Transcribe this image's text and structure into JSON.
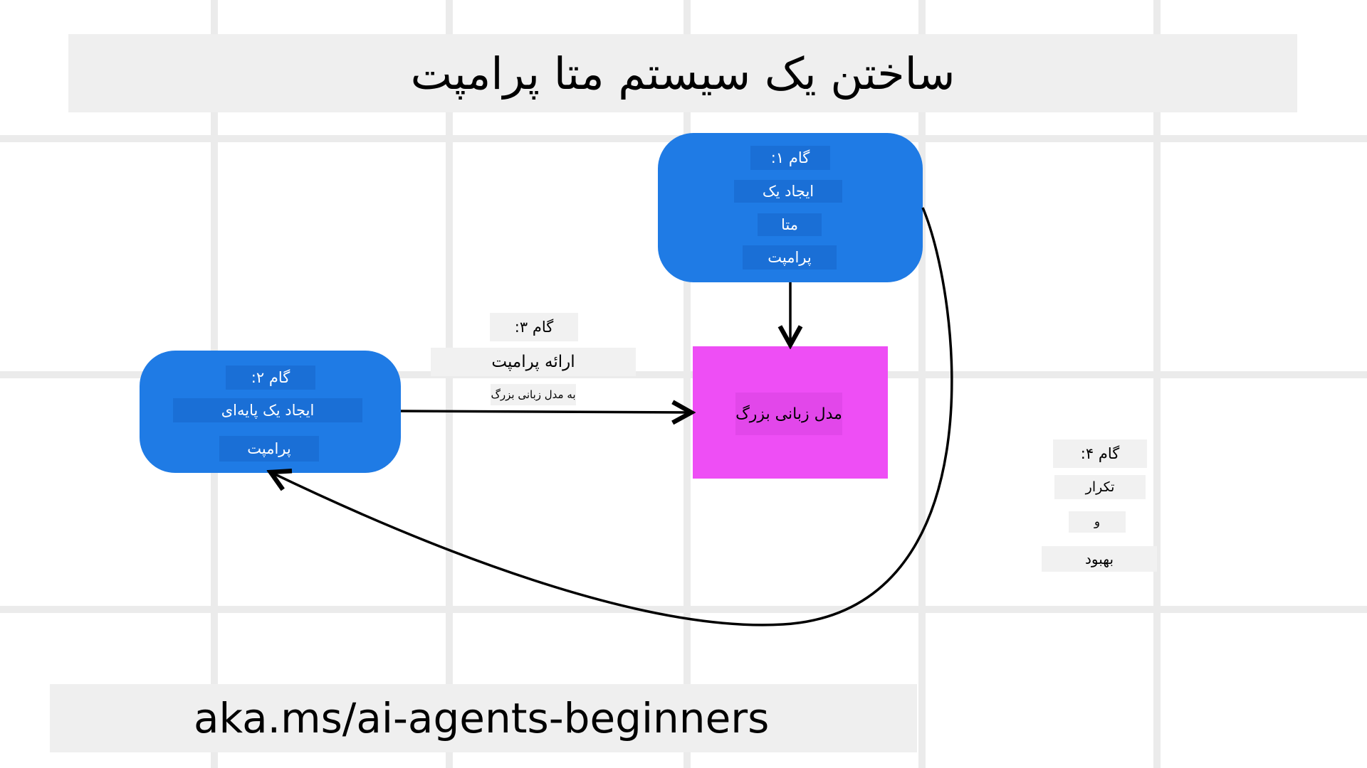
{
  "title": "ساختن یک سیستم متا پرامپت",
  "footer_link": "aka.ms/ai-agents-beginners",
  "colors": {
    "node_blue": "#1f7be5",
    "llm_magenta": "#ee4ef5",
    "title_bar": "#efefef",
    "grid": "#ebebeb"
  },
  "step1": {
    "label": "گام ۱:",
    "line1": "ایجاد یک",
    "line2": "متا",
    "line3": "پرامپت"
  },
  "step2": {
    "label": "گام ۲:",
    "line1": "ایجاد یک پایه‌ای",
    "line2": "پرامپت"
  },
  "step3": {
    "label": "گام ۳:",
    "line1": "ارائه پرامپت",
    "line2": "به مدل زبانی بزرگ"
  },
  "step4": {
    "label": "گام ۴:",
    "line1": "تکرار",
    "line2": "و",
    "line3": "بهبود"
  },
  "llm": {
    "label": "مدل زبانی بزرگ"
  }
}
